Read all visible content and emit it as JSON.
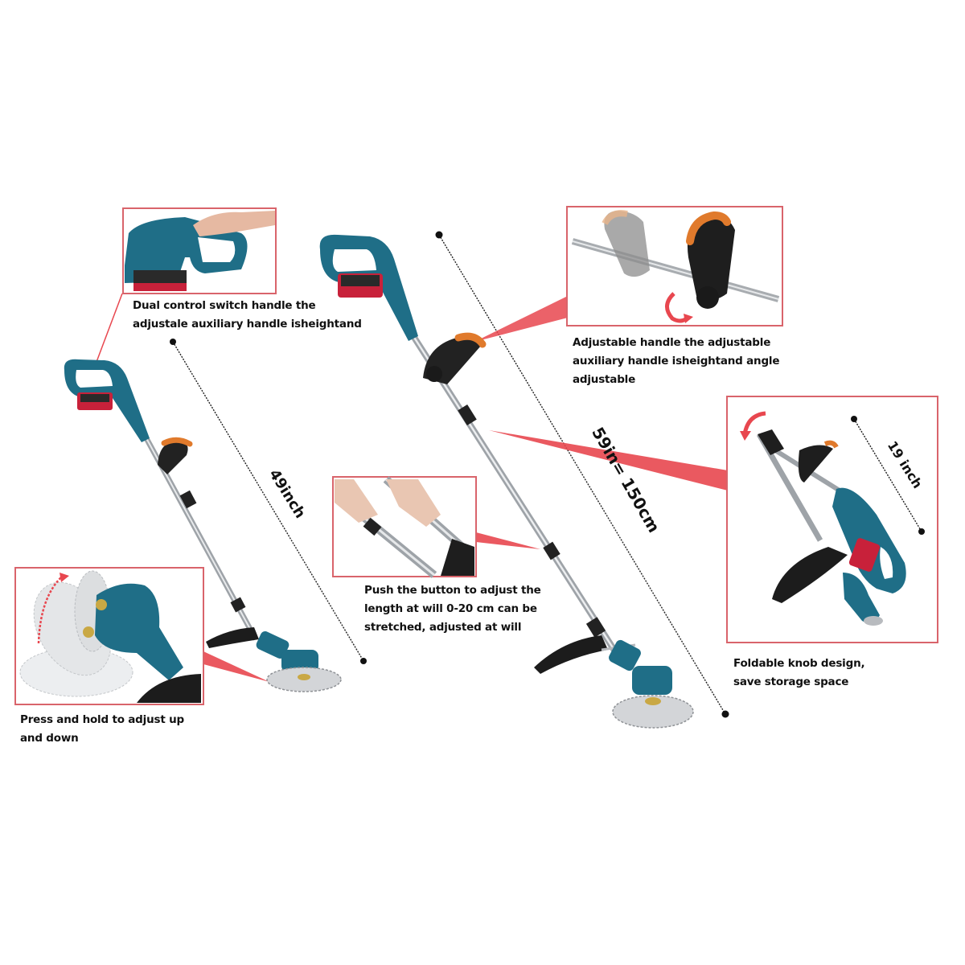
{
  "infographic": {
    "subject": "cordless string trimmer / brush cutter",
    "colors": {
      "body_teal": "#1f6e87",
      "battery_red": "#c8213a",
      "grip_orange": "#e07a2c",
      "callout_red": "#e8474f",
      "inset_border": "#d9646b",
      "guide_black": "#111111"
    },
    "callouts": [
      {
        "id": "dual-control-handle",
        "lines": [
          "Dual control switch handle the",
          "adjustale auxiliary handle isheightand"
        ]
      },
      {
        "id": "adjustable-handle",
        "lines": [
          "Adjustable handle the adjustable",
          "auxiliary handle isheightand angle",
          "adjustable"
        ]
      },
      {
        "id": "telescopic-button",
        "lines": [
          "Push the button to adjust the",
          "length at will 0-20 cm can be",
          "stretched, adjusted at will"
        ]
      },
      {
        "id": "foldable-knob",
        "lines": [
          "Foldable knob design,",
          "save storage space"
        ]
      },
      {
        "id": "head-tilt",
        "lines": [
          "Press and hold to adjust up",
          "and down"
        ]
      }
    ],
    "measurements": {
      "short_length": "49inch",
      "full_length": "59in= 150cm",
      "folded_length": "19 inch"
    }
  }
}
